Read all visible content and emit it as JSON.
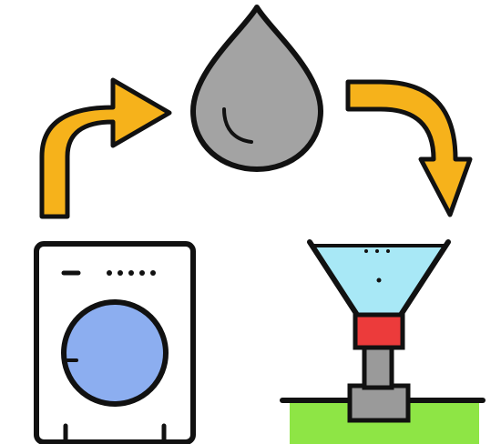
{
  "diagram": {
    "description_items": [
      {
        "id": "washing-machine",
        "icon": "washing-machine-icon"
      },
      {
        "id": "water-drop",
        "icon": "water-drop-icon"
      },
      {
        "id": "water-sprinkler",
        "icon": "sprinkler-funnel-icon"
      }
    ],
    "cycle_direction": "clockwise",
    "colors": {
      "outline": "#111111",
      "arrow": "#f6b21b",
      "drop": "#a3a3a3",
      "drum": "#8caef0",
      "water": "#a8e8f6",
      "red_band": "#ec3b3b",
      "pipe": "#9a9a9a",
      "grass": "#8ee545"
    }
  }
}
